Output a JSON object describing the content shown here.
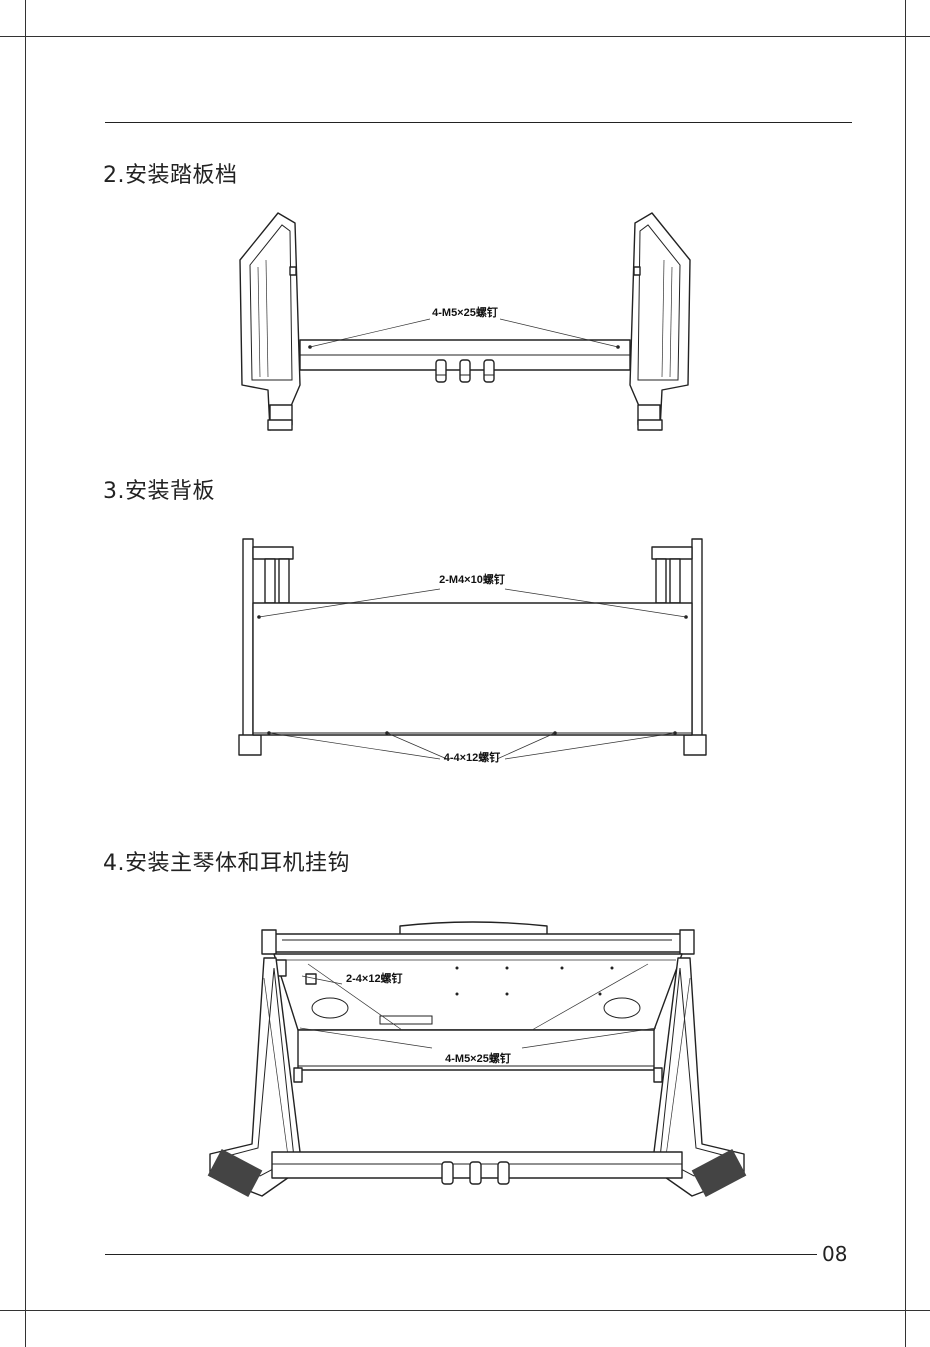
{
  "headings": {
    "step2": "2.安装踏板档",
    "step3": "3.安装背板",
    "step4": "4.安装主琴体和耳机挂钩"
  },
  "callouts": {
    "step2_screws": "4-M5×25螺钉",
    "step3_top_screws": "2-M4×10螺钉",
    "step3_bottom_screws": "4-4×12螺钉",
    "step4_hook_screws": "2-4×12螺钉",
    "step4_body_screws": "4-M5×25螺钉"
  },
  "page_number": "08"
}
